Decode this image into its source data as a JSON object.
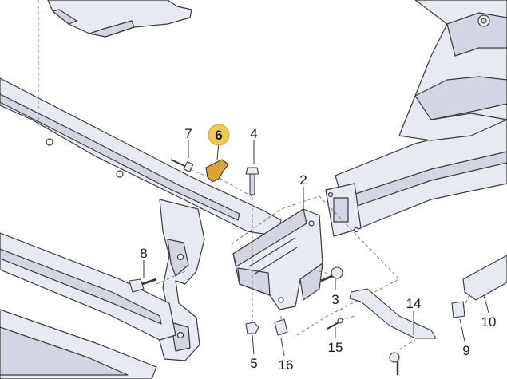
{
  "diagram": {
    "type": "exploded-parts-view",
    "colors": {
      "part_fill": "#e8eaf2",
      "part_shade": "#d3d6e2",
      "outline": "#3a3a3a",
      "leader": "#7a7a7a",
      "highlight_badge": "#f2c94c",
      "highlight_part": "#d9a23a"
    },
    "callouts": [
      {
        "id": "p6",
        "label": "6",
        "highlighted": true
      },
      {
        "id": "p7",
        "label": "7",
        "highlighted": false
      },
      {
        "id": "p4",
        "label": "4",
        "highlighted": false
      },
      {
        "id": "p2",
        "label": "2",
        "highlighted": false
      },
      {
        "id": "p8",
        "label": "8",
        "highlighted": false
      },
      {
        "id": "p3",
        "label": "3",
        "highlighted": false
      },
      {
        "id": "p14",
        "label": "14",
        "highlighted": false
      },
      {
        "id": "p10",
        "label": "10",
        "highlighted": false
      },
      {
        "id": "p15",
        "label": "15",
        "highlighted": false
      },
      {
        "id": "p9",
        "label": "9",
        "highlighted": false
      },
      {
        "id": "p5",
        "label": "5",
        "highlighted": false
      },
      {
        "id": "p16",
        "label": "16",
        "highlighted": false
      }
    ]
  }
}
